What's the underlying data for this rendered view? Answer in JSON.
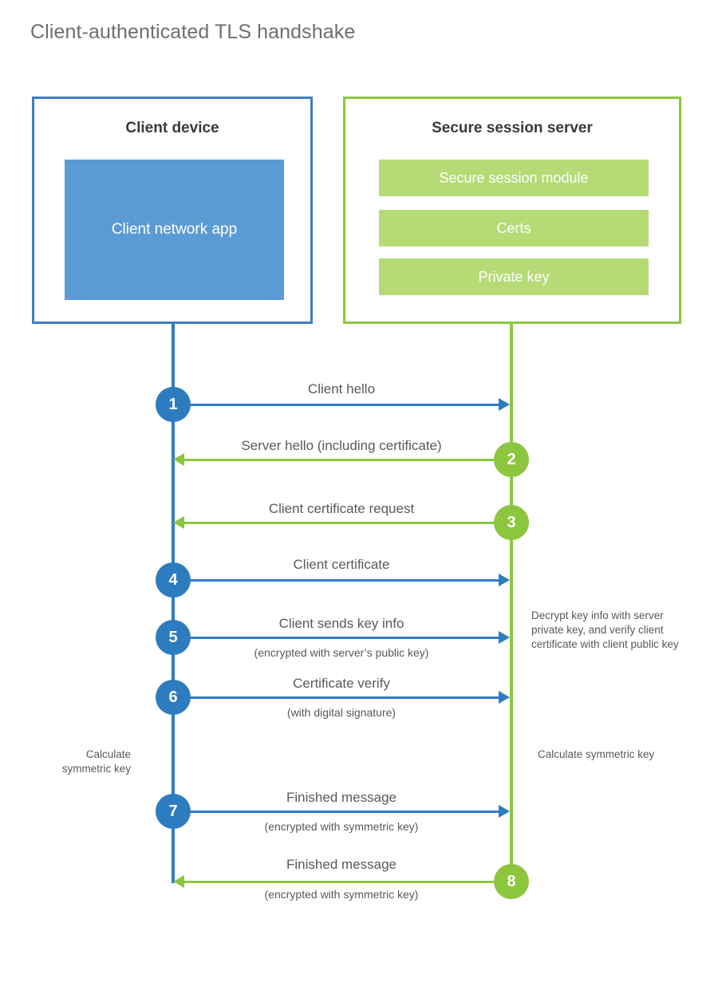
{
  "title": "Client-authenticated TLS handshake",
  "colors": {
    "client_blue": "#2e7cc0",
    "client_box_border": "#3d7fbf",
    "client_app_fill": "#5b9bd5",
    "server_green": "#8cc63f",
    "server_bar_fill": "#b6da76",
    "text_gray": "#58595b",
    "title_gray": "#6d6e71",
    "heading_dark": "#3a3a3c"
  },
  "client": {
    "title": "Client device",
    "app_label": "Client network app"
  },
  "server": {
    "title": "Secure session server",
    "components": [
      "Secure session module",
      "Certs",
      "Private key"
    ]
  },
  "steps": [
    {
      "number": "1",
      "label": "Client hello",
      "sub": "",
      "direction": "client-to-server",
      "color": "blue"
    },
    {
      "number": "2",
      "label": "Server hello (including certificate)",
      "sub": "",
      "direction": "server-to-client",
      "color": "green"
    },
    {
      "number": "3",
      "label": "Client certificate request",
      "sub": "",
      "direction": "server-to-client",
      "color": "green"
    },
    {
      "number": "4",
      "label": "Client certificate",
      "sub": "",
      "direction": "client-to-server",
      "color": "blue"
    },
    {
      "number": "5",
      "label": "Client sends key info",
      "sub": "(encrypted with server’s public key)",
      "direction": "client-to-server",
      "color": "blue"
    },
    {
      "number": "6",
      "label": "Certificate verify",
      "sub": "(with digital signature)",
      "direction": "client-to-server",
      "color": "blue"
    },
    {
      "number": "7",
      "label": "Finished message",
      "sub": "(encrypted with symmetric key)",
      "direction": "client-to-server",
      "color": "blue"
    },
    {
      "number": "8",
      "label": "Finished message",
      "sub": "(encrypted with symmetric key)",
      "direction": "server-to-client",
      "color": "green"
    }
  ],
  "notes": {
    "decrypt": "Decrypt key info with server private key, and verify client certificate with client public key",
    "calculate_client": "Calculate symmetric key",
    "calculate_server": "Calculate symmetric key"
  }
}
